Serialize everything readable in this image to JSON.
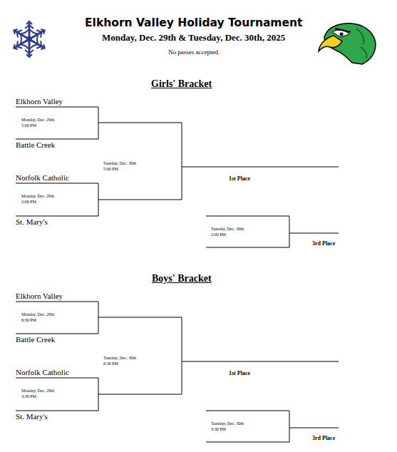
{
  "diagram": {
    "title": "Elkhorn Valley Holiday Tournament",
    "labels": [
      "Monday, Dec. 29th & Tuesday, Dec. 30th, 2025",
      "No passes accepted.",
      "Girls' Bracket",
      "Elkhorn Valley",
      "Monday, Dec. 29th",
      "5:00 PM",
      "Battle Creek",
      "Tuseday, Dec. 30th",
      "5:00 PM",
      "1st Place",
      "Norfolk Catholic",
      "Monday, Dec. 29th",
      "2:00 PM",
      "St. Mary's",
      "Tuesday, Dec. 30th",
      "2:00 PM",
      "3rd Place",
      "Boys' Bracket",
      "Elkhorn Valley",
      "Monday, Dec. 29th",
      "6:30 PM",
      "Battle Creek",
      "Tuseday, Dec. 30th",
      "6:30 PM",
      "1st Place",
      "Norfolk Catholic",
      "Monday, Dec. 29th",
      "3:30 PM",
      "St. Mary's",
      "Tuesday, Dec. 30th",
      "3:30 PM",
      "3rd Place"
    ]
  }
}
